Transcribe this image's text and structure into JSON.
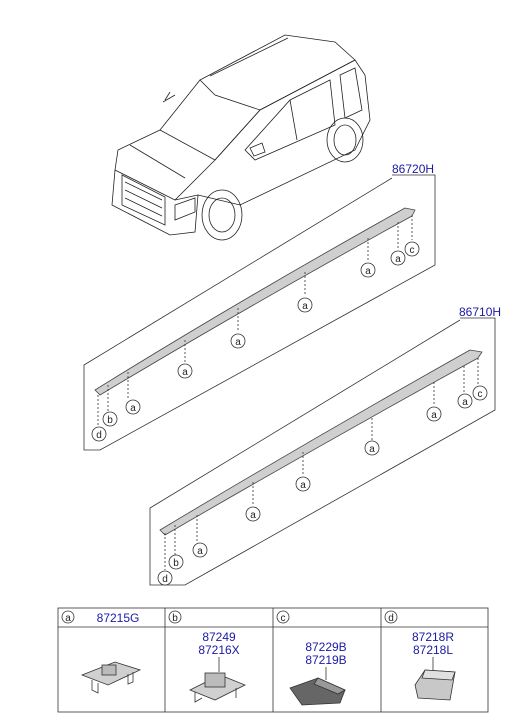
{
  "assemblies": [
    {
      "part_number": "86720H"
    },
    {
      "part_number": "86710H"
    }
  ],
  "callouts": [
    "a",
    "b",
    "c",
    "d"
  ],
  "legend": [
    {
      "letter": "a",
      "parts": [
        "87215G"
      ]
    },
    {
      "letter": "b",
      "parts": [
        "87249",
        "87216X"
      ]
    },
    {
      "letter": "c",
      "parts": [
        "87229B",
        "87219B"
      ]
    },
    {
      "letter": "d",
      "parts": [
        "87218R",
        "87218L"
      ]
    }
  ]
}
